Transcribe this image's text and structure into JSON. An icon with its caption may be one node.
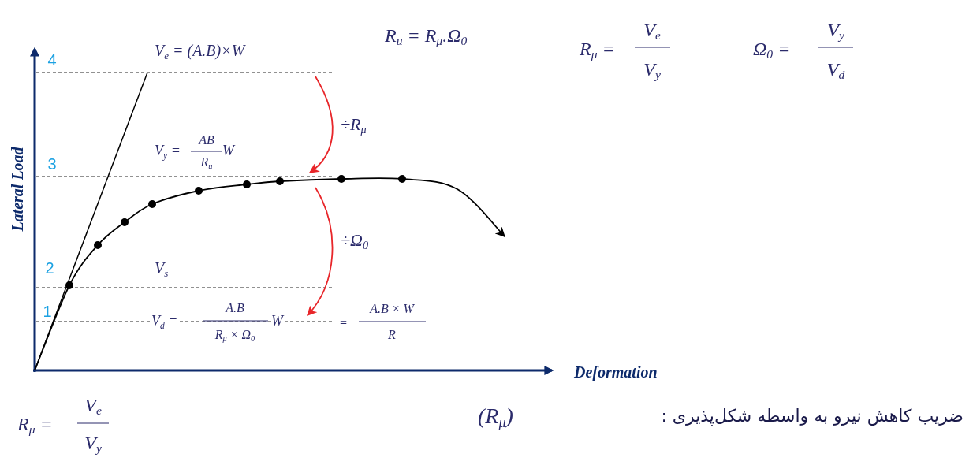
{
  "diagram": {
    "labels": [
      "4",
      "V$_{e}$ = (A.B)×W",
      "R$_{u}$ = R$_{μ}$.Ω$_{0}$",
      "R$_{μ}$ =",
      "V$_{e}$",
      "V$_{y}$",
      "Ω$_{0}$ =",
      "V$_{y}$",
      "V$_{d}$",
      "÷R$_{μ}$",
      "Lateral Load",
      "3",
      "V$_{y}$ =",
      "AB",
      "R$_{u}$",
      "W",
      "÷Ω$_{0}$",
      "2",
      "V$_{s}$",
      "1",
      "V$_{d}$ =",
      "A.B",
      "R$_{μ}$ × Ω$_{0}$",
      "W",
      "=",
      "A.B × W",
      "R",
      "Deformation",
      "R$_{μ}$ =",
      "V$_{e}$",
      "V$_{y}$",
      "ضریب کاهش نیرو به واسطه شکل‌پذیری :",
      "(R$_{μ}$)"
    ]
  }
}
